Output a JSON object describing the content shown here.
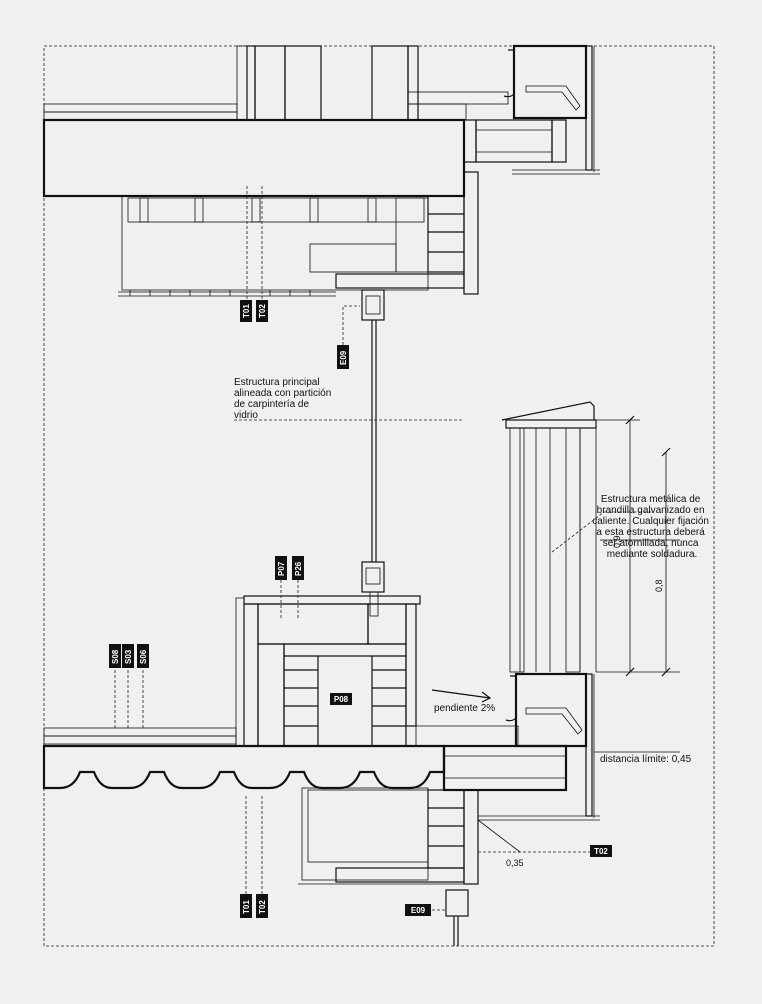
{
  "notes": {
    "structure_glass": [
      "Estructura principal",
      "alineada con partición",
      "de carpintería de",
      "vidrio"
    ],
    "railing": [
      "Estructura metálica de",
      "brandilla galvanizado en",
      "caliente. Cualquier fijación",
      "a esta estructura deberá",
      "ser atornillada, nunca",
      "mediante soldadura."
    ],
    "slope": "pendiente 2%",
    "limit_distance": "distancia límite: 0,45"
  },
  "dimensions": {
    "d09": "0,9",
    "d08": "0,8",
    "d035": "0,35"
  },
  "tags": {
    "t01_top": "T01",
    "t02_top": "T02",
    "e09_top": "E09",
    "p07": "P07",
    "p26": "P26",
    "s08": "S08",
    "s03": "S03",
    "s06": "S06",
    "p08": "P08",
    "t02_right": "T02",
    "t01_bottom": "T01",
    "t02_bottom": "T02",
    "e09_bottom": "E09"
  },
  "colors": {
    "line": "#111111",
    "background": "#f0f0f0",
    "glass": "#bfe3d9",
    "tag": "#111111",
    "mortar": "#9a9a9a"
  }
}
